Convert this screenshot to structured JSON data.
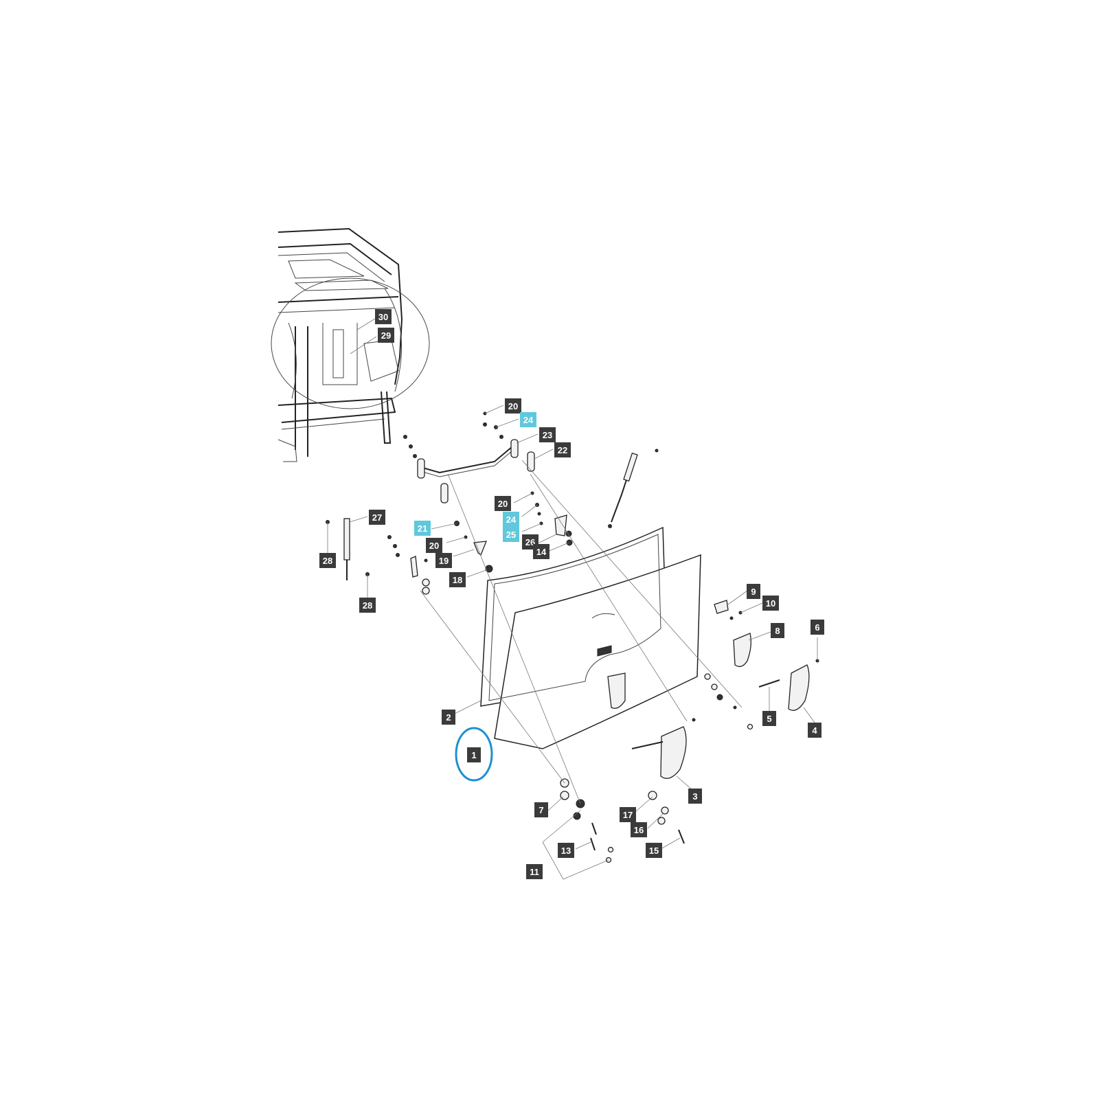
{
  "diagram": {
    "callouts": [
      {
        "id": "c30",
        "label": "30",
        "highlight": false
      },
      {
        "id": "c29",
        "label": "29",
        "highlight": false
      },
      {
        "id": "c20a",
        "label": "20",
        "highlight": false
      },
      {
        "id": "c24a",
        "label": "24",
        "highlight": true
      },
      {
        "id": "c23",
        "label": "23",
        "highlight": false
      },
      {
        "id": "c22",
        "label": "22",
        "highlight": false
      },
      {
        "id": "c20b",
        "label": "20",
        "highlight": false
      },
      {
        "id": "c24b",
        "label": "24",
        "highlight": true
      },
      {
        "id": "c25",
        "label": "25",
        "highlight": true
      },
      {
        "id": "c26",
        "label": "26",
        "highlight": false
      },
      {
        "id": "c14",
        "label": "14",
        "highlight": false
      },
      {
        "id": "c27",
        "label": "27",
        "highlight": false
      },
      {
        "id": "c21",
        "label": "21",
        "highlight": true
      },
      {
        "id": "c20c",
        "label": "20",
        "highlight": false
      },
      {
        "id": "c19",
        "label": "19",
        "highlight": false
      },
      {
        "id": "c18",
        "label": "18",
        "highlight": false
      },
      {
        "id": "c28a",
        "label": "28",
        "highlight": false
      },
      {
        "id": "c28b",
        "label": "28",
        "highlight": false
      },
      {
        "id": "c9",
        "label": "9",
        "highlight": false
      },
      {
        "id": "c10",
        "label": "10",
        "highlight": false
      },
      {
        "id": "c8",
        "label": "8",
        "highlight": false
      },
      {
        "id": "c6",
        "label": "6",
        "highlight": false
      },
      {
        "id": "c5",
        "label": "5",
        "highlight": false
      },
      {
        "id": "c4",
        "label": "4",
        "highlight": false
      },
      {
        "id": "c2",
        "label": "2",
        "highlight": false
      },
      {
        "id": "c1",
        "label": "1",
        "highlight": false
      },
      {
        "id": "c3",
        "label": "3",
        "highlight": false
      },
      {
        "id": "c7",
        "label": "7",
        "highlight": false
      },
      {
        "id": "c17",
        "label": "17",
        "highlight": false
      },
      {
        "id": "c16",
        "label": "16",
        "highlight": false
      },
      {
        "id": "c15",
        "label": "15",
        "highlight": false
      },
      {
        "id": "c13",
        "label": "13",
        "highlight": false
      },
      {
        "id": "c11",
        "label": "11",
        "highlight": false
      }
    ],
    "colors": {
      "callout_fill": "#3b3b3b",
      "callout_highlight": "#5fc8dc",
      "circle_marker": "#1f8fd0"
    }
  }
}
